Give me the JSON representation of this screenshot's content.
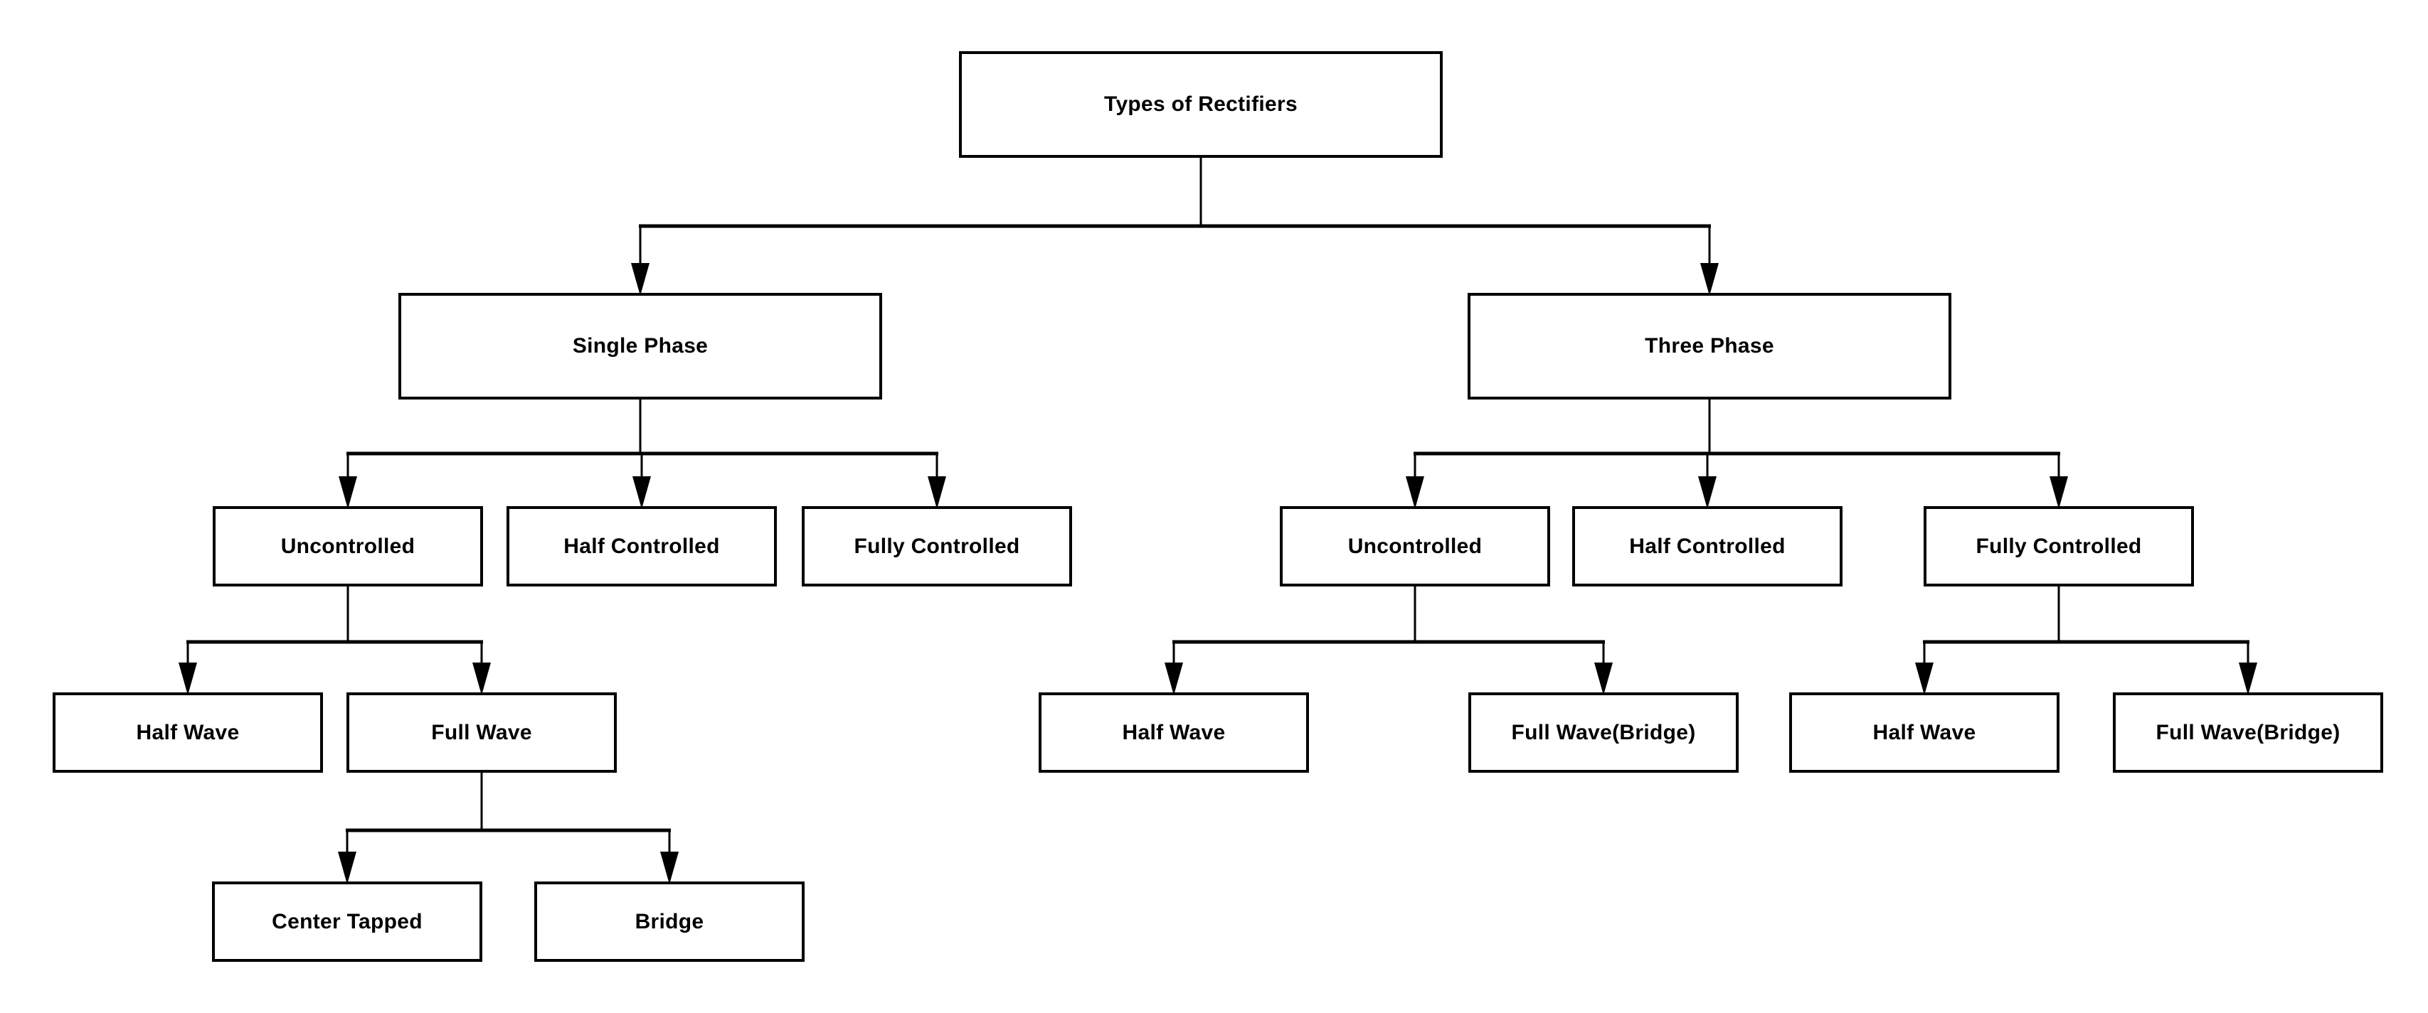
{
  "colors": {
    "background": "#ffffff",
    "node_fill": "#ffffff",
    "node_border": "#000000",
    "node_text": "#000000",
    "connector": "#000000"
  },
  "diagram": {
    "root": {
      "label": "Types of Rectifiers",
      "children": [
        {
          "label": "Single Phase",
          "children": [
            {
              "label": "Uncontrolled",
              "children": [
                {
                  "label": "Half Wave"
                },
                {
                  "label": "Full Wave",
                  "children": [
                    {
                      "label": "Center Tapped"
                    },
                    {
                      "label": "Bridge"
                    }
                  ]
                }
              ]
            },
            {
              "label": "Half Controlled"
            },
            {
              "label": "Fully Controlled"
            }
          ]
        },
        {
          "label": "Three Phase",
          "children": [
            {
              "label": "Uncontrolled",
              "children": [
                {
                  "label": "Half Wave"
                },
                {
                  "label": "Full Wave(Bridge)"
                }
              ]
            },
            {
              "label": "Half Controlled"
            },
            {
              "label": "Fully Controlled",
              "children": [
                {
                  "label": "Half Wave"
                },
                {
                  "label": "Full Wave(Bridge)"
                }
              ]
            }
          ]
        }
      ]
    }
  }
}
